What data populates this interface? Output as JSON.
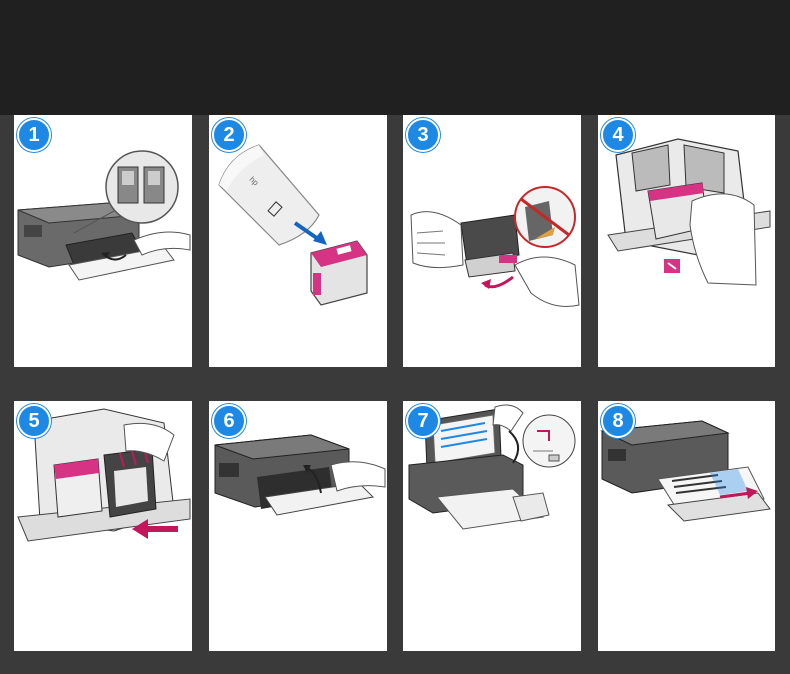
{
  "steps": [
    {
      "number": "1",
      "illustration": "printer-open-access-door"
    },
    {
      "number": "2",
      "illustration": "unpack-ink-cartridge"
    },
    {
      "number": "3",
      "illustration": "remove-protective-tape"
    },
    {
      "number": "4",
      "illustration": "insert-tricolor-cartridge"
    },
    {
      "number": "5",
      "illustration": "insert-black-cartridge"
    },
    {
      "number": "6",
      "illustration": "close-access-door"
    },
    {
      "number": "7",
      "illustration": "scan-alignment-page"
    },
    {
      "number": "8",
      "illustration": "print-alignment-page"
    }
  ],
  "colors": {
    "badge": "#1e88e5",
    "cartridge_magenta": "#d63384",
    "arrow_blue": "#1565c0",
    "arrow_red": "#c2185b",
    "printer_body": "#5a5a5a"
  }
}
